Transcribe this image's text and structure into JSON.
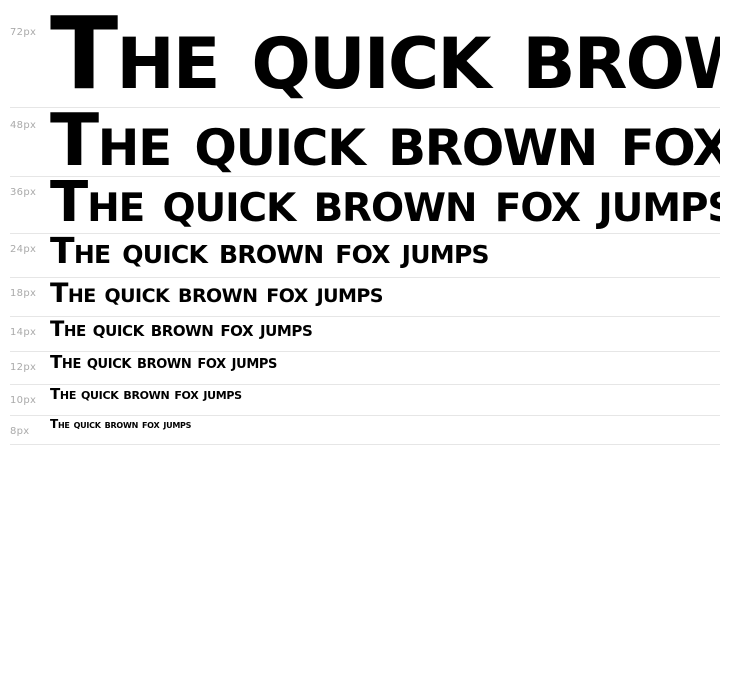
{
  "sample_text": "The quick brown fox jumps",
  "rows": [
    {
      "size_label": "72px",
      "text": "The quick brown fox jumps"
    },
    {
      "size_label": "48px",
      "text": "The quick brown fox jumps"
    },
    {
      "size_label": "36px",
      "text": "The quick brown fox jumps"
    },
    {
      "size_label": "24px",
      "text": "The quick brown fox jumps"
    },
    {
      "size_label": "18px",
      "text": "The quick brown fox jumps"
    },
    {
      "size_label": "14px",
      "text": "The quick brown fox jumps"
    },
    {
      "size_label": "12px",
      "text": "The quick brown fox jumps"
    },
    {
      "size_label": "10px",
      "text": "The quick brown fox jumps"
    },
    {
      "size_label": "8px",
      "text": "The quick brown fox jumps"
    }
  ],
  "colors": {
    "text": "#000000",
    "label": "#aaaaaa",
    "divider": "#e6e6e6",
    "background": "#ffffff"
  }
}
